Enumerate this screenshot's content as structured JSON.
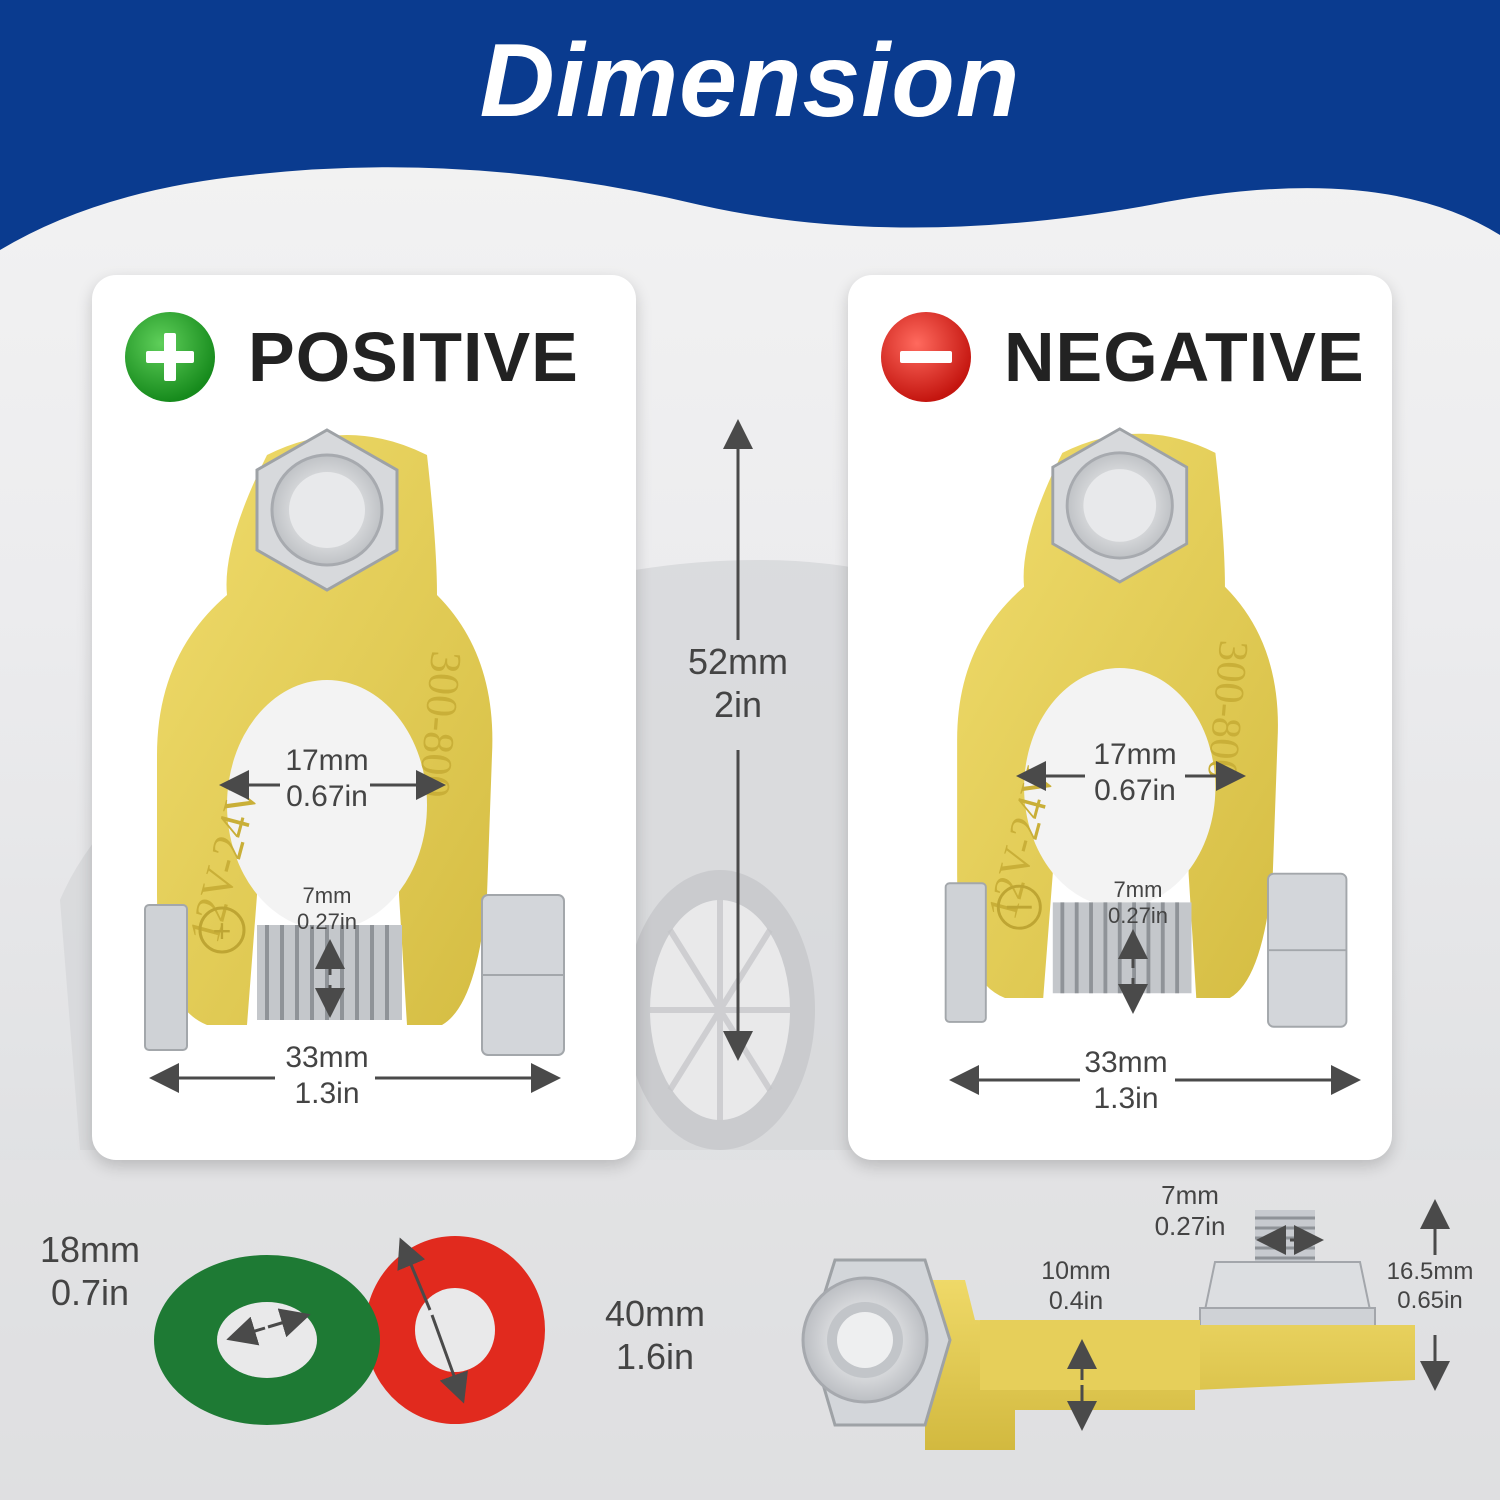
{
  "title": "Dimension",
  "colors": {
    "banner": "#0a3b8f",
    "brass": "#e2cc57",
    "green": "#1f8a3b",
    "red": "#d8241c"
  },
  "positive": {
    "label": "POSITIVE",
    "icon": "plus-icon",
    "embossed_voltage": "12V-24V",
    "embossed_amps": "300-800",
    "hole": {
      "mm": "17mm",
      "in": "0.67in"
    },
    "bolt": {
      "mm": "7mm",
      "in": "0.27in"
    },
    "width": {
      "mm": "33mm",
      "in": "1.3in"
    }
  },
  "negative": {
    "label": "NEGATIVE",
    "icon": "minus-icon",
    "embossed_voltage": "12V-24V",
    "embossed_amps": "300-800",
    "hole": {
      "mm": "17mm",
      "in": "0.67in"
    },
    "bolt": {
      "mm": "7mm",
      "in": "0.27in"
    },
    "width": {
      "mm": "33mm",
      "in": "1.3in"
    }
  },
  "height": {
    "mm": "52mm",
    "in": "2in"
  },
  "washer": {
    "inner": {
      "mm": "18mm",
      "in": "0.7in"
    },
    "outer": {
      "mm": "40mm",
      "in": "1.6in"
    }
  },
  "side_view": {
    "bolt": {
      "mm": "7mm",
      "in": "0.27in"
    },
    "thickness": {
      "mm": "10mm",
      "in": "0.4in"
    },
    "height": {
      "mm": "16.5mm",
      "in": "0.65in"
    }
  }
}
